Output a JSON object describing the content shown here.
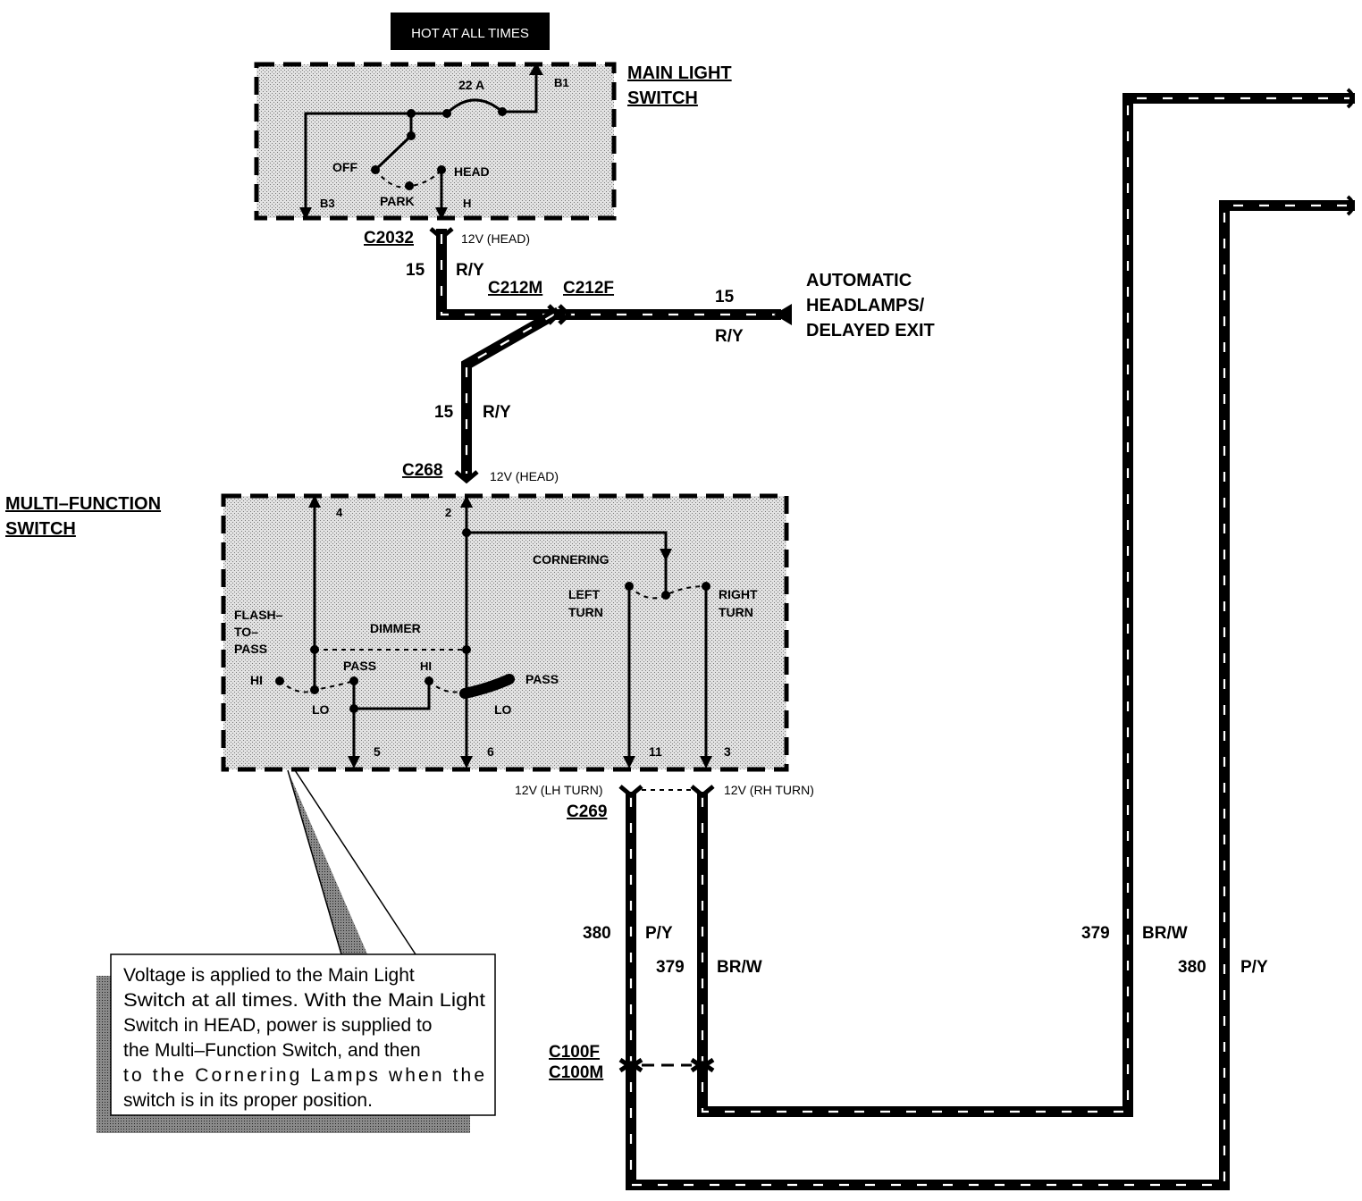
{
  "hot_label": "HOT AT ALL TIMES",
  "main_switch": {
    "title_line1": "MAIN LIGHT",
    "title_line2": "SWITCH",
    "fuse": "22 A",
    "b1": "B1",
    "b3": "B3",
    "off": "OFF",
    "park": "PARK",
    "head": "HEAD",
    "h": "H"
  },
  "connectors": {
    "c2032": "C2032",
    "c2032_voltage": "12V (HEAD)",
    "c212m": "C212M",
    "c212f": "C212F",
    "c268": "C268",
    "c268_voltage": "12V (HEAD)",
    "c269": "C269",
    "c269_left_voltage": "12V (LH TURN)",
    "c269_right_voltage": "12V (RH TURN)",
    "c100f": "C100F",
    "c100m": "C100M"
  },
  "wires": {
    "w15_a_num": "15",
    "w15_a_color": "R/Y",
    "w15_b_num": "15",
    "w15_b_color": "R/Y",
    "w15_c_num": "15",
    "w15_c_color": "R/Y",
    "w380_left_num": "380",
    "w380_left_color": "P/Y",
    "w379_left_num": "379",
    "w379_left_color": "BR/W",
    "w379_right_num": "379",
    "w379_right_color": "BR/W",
    "w380_right_num": "380",
    "w380_right_color": "P/Y"
  },
  "auto_headlamps": {
    "line1": "AUTOMATIC",
    "line2": "HEADLAMPS/",
    "line3": "DELAYED EXIT"
  },
  "mf_switch": {
    "title_line1": "MULTI–FUNCTION",
    "title_line2": "SWITCH",
    "pin4": "4",
    "pin2": "2",
    "pin5": "5",
    "pin6": "6",
    "pin11": "11",
    "pin3": "3",
    "cornering": "CORNERING",
    "left_turn_1": "LEFT",
    "left_turn_2": "TURN",
    "right_turn_1": "RIGHT",
    "right_turn_2": "TURN",
    "flash_1": "FLASH–",
    "flash_2": "TO–",
    "flash_3": "PASS",
    "dimmer": "DIMMER",
    "hi_left": "HI",
    "lo_left": "LO",
    "pass_mid": "PASS",
    "hi_mid": "HI",
    "lo_right": "LO",
    "pass_right": "PASS"
  },
  "note": {
    "line1": "Voltage is applied to the Main Light",
    "line2": "Switch at all times. With the Main Light",
    "line3": "Switch in HEAD, power is supplied to",
    "line4": "the Multi–Function Switch, and then",
    "line5": "to the Cornering Lamps when the",
    "line6": "switch is in its proper position."
  }
}
